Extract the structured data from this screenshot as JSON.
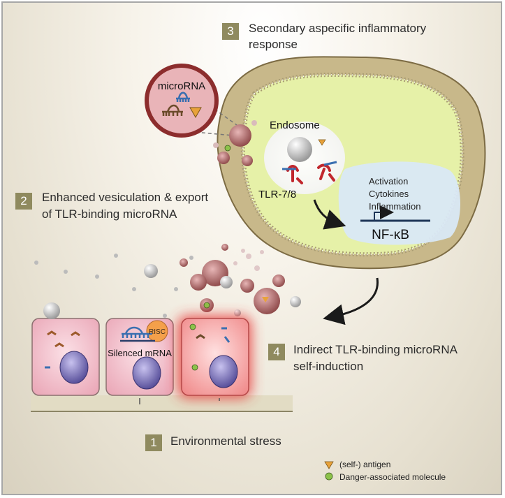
{
  "steps": {
    "s1": {
      "number": "1",
      "text": "Environmental stress"
    },
    "s2": {
      "number": "2",
      "text_line1": "Enhanced vesiculation & export",
      "text_line2": "of TLR-binding microRNA"
    },
    "s3": {
      "number": "3",
      "text_line1": "Secondary aspecific inflammatory",
      "text_line2": "response"
    },
    "s4": {
      "number": "4",
      "text_line1": "Indirect TLR-binding microRNA",
      "text_line2": "self-induction"
    }
  },
  "labels": {
    "microrna": "microRNA",
    "endosome": "Endosome",
    "tlr": "TLR-7/8",
    "activation": "Activation",
    "cytokines": "Cytokines",
    "inflammation": "Inflammation",
    "nfkb": "NF-κB",
    "risc": "RISC",
    "silenced": "Silenced mRNA"
  },
  "legend": {
    "antigen": "(self-) antigen",
    "danger": "Danger-associated molecule"
  },
  "colors": {
    "antigen": "#e8a23a",
    "danger": "#8cc24a",
    "numbox": "#8f8a5f",
    "cell_fill": "#f4c4cf",
    "stressed_cell_glow": "#e83a3a",
    "nucleus": "#7d74b4",
    "macrophage_cytoplasm": "#e6f1a8",
    "nfkb_box": "#d9e8f6",
    "vesicle": "#b97a7a",
    "microrna_strand": "#3a6fb0"
  }
}
